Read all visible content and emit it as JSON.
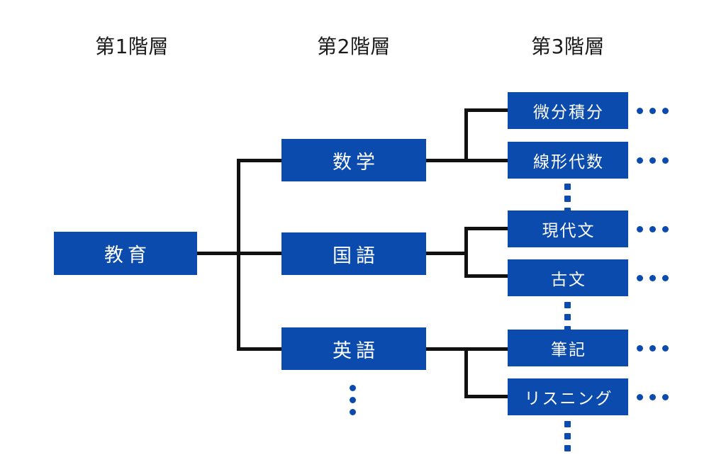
{
  "diagram": {
    "title": "Hierarchy diagram",
    "accent_color": "#0B4BAD",
    "line_color": "#111111",
    "headers": [
      {
        "label": "第1階層"
      },
      {
        "label": "第2階層"
      },
      {
        "label": "第3階層"
      }
    ],
    "level1": [
      {
        "label": "教育"
      }
    ],
    "level2": [
      {
        "label": "数学"
      },
      {
        "label": "国語"
      },
      {
        "label": "英語"
      }
    ],
    "level3": {
      "math": [
        {
          "label": "微分積分"
        },
        {
          "label": "線形代数"
        }
      ],
      "japanese": [
        {
          "label": "現代文"
        },
        {
          "label": "古文"
        }
      ],
      "english": [
        {
          "label": "筆記"
        },
        {
          "label": "リスニング"
        }
      ]
    },
    "ellipsis": {
      "horizontal_count": 3,
      "vertical_count": 3
    }
  }
}
